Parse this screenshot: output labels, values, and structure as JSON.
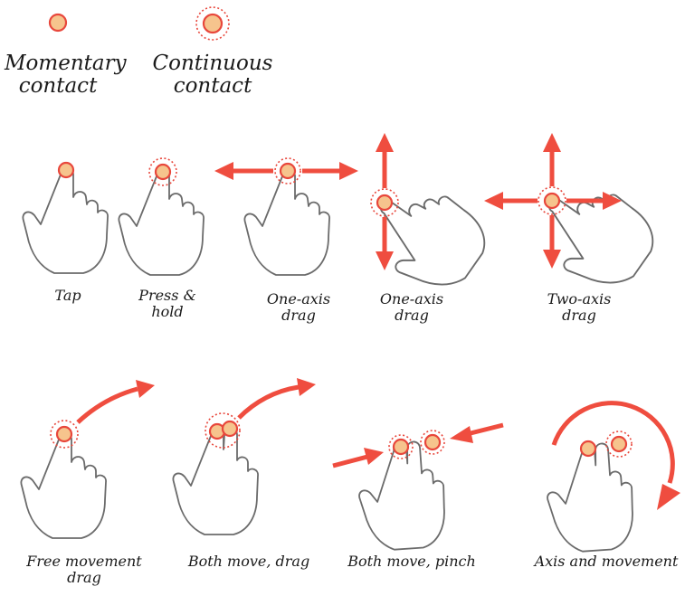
{
  "legend": {
    "momentary": [
      "Momentary",
      "contact"
    ],
    "continuous": [
      "Continuous",
      "contact"
    ]
  },
  "gestures": {
    "tap": [
      "Tap"
    ],
    "press_hold": [
      "Press &",
      "hold"
    ],
    "one_axis_horizontal": [
      "One-axis",
      "drag"
    ],
    "one_axis_vertical": [
      "One-axis",
      "drag"
    ],
    "two_axis": [
      "Two-axis",
      "drag"
    ],
    "free_movement": [
      "Free movement",
      "drag"
    ],
    "both_move_drag": [
      "Both move, drag"
    ],
    "both_move_pinch": [
      "Both move, pinch"
    ],
    "axis_movement": [
      "Axis and movement"
    ]
  },
  "colors": {
    "accent": "#ef4d3f",
    "touch_fill": "#f6c48d",
    "outline": "#6b6b6b"
  }
}
